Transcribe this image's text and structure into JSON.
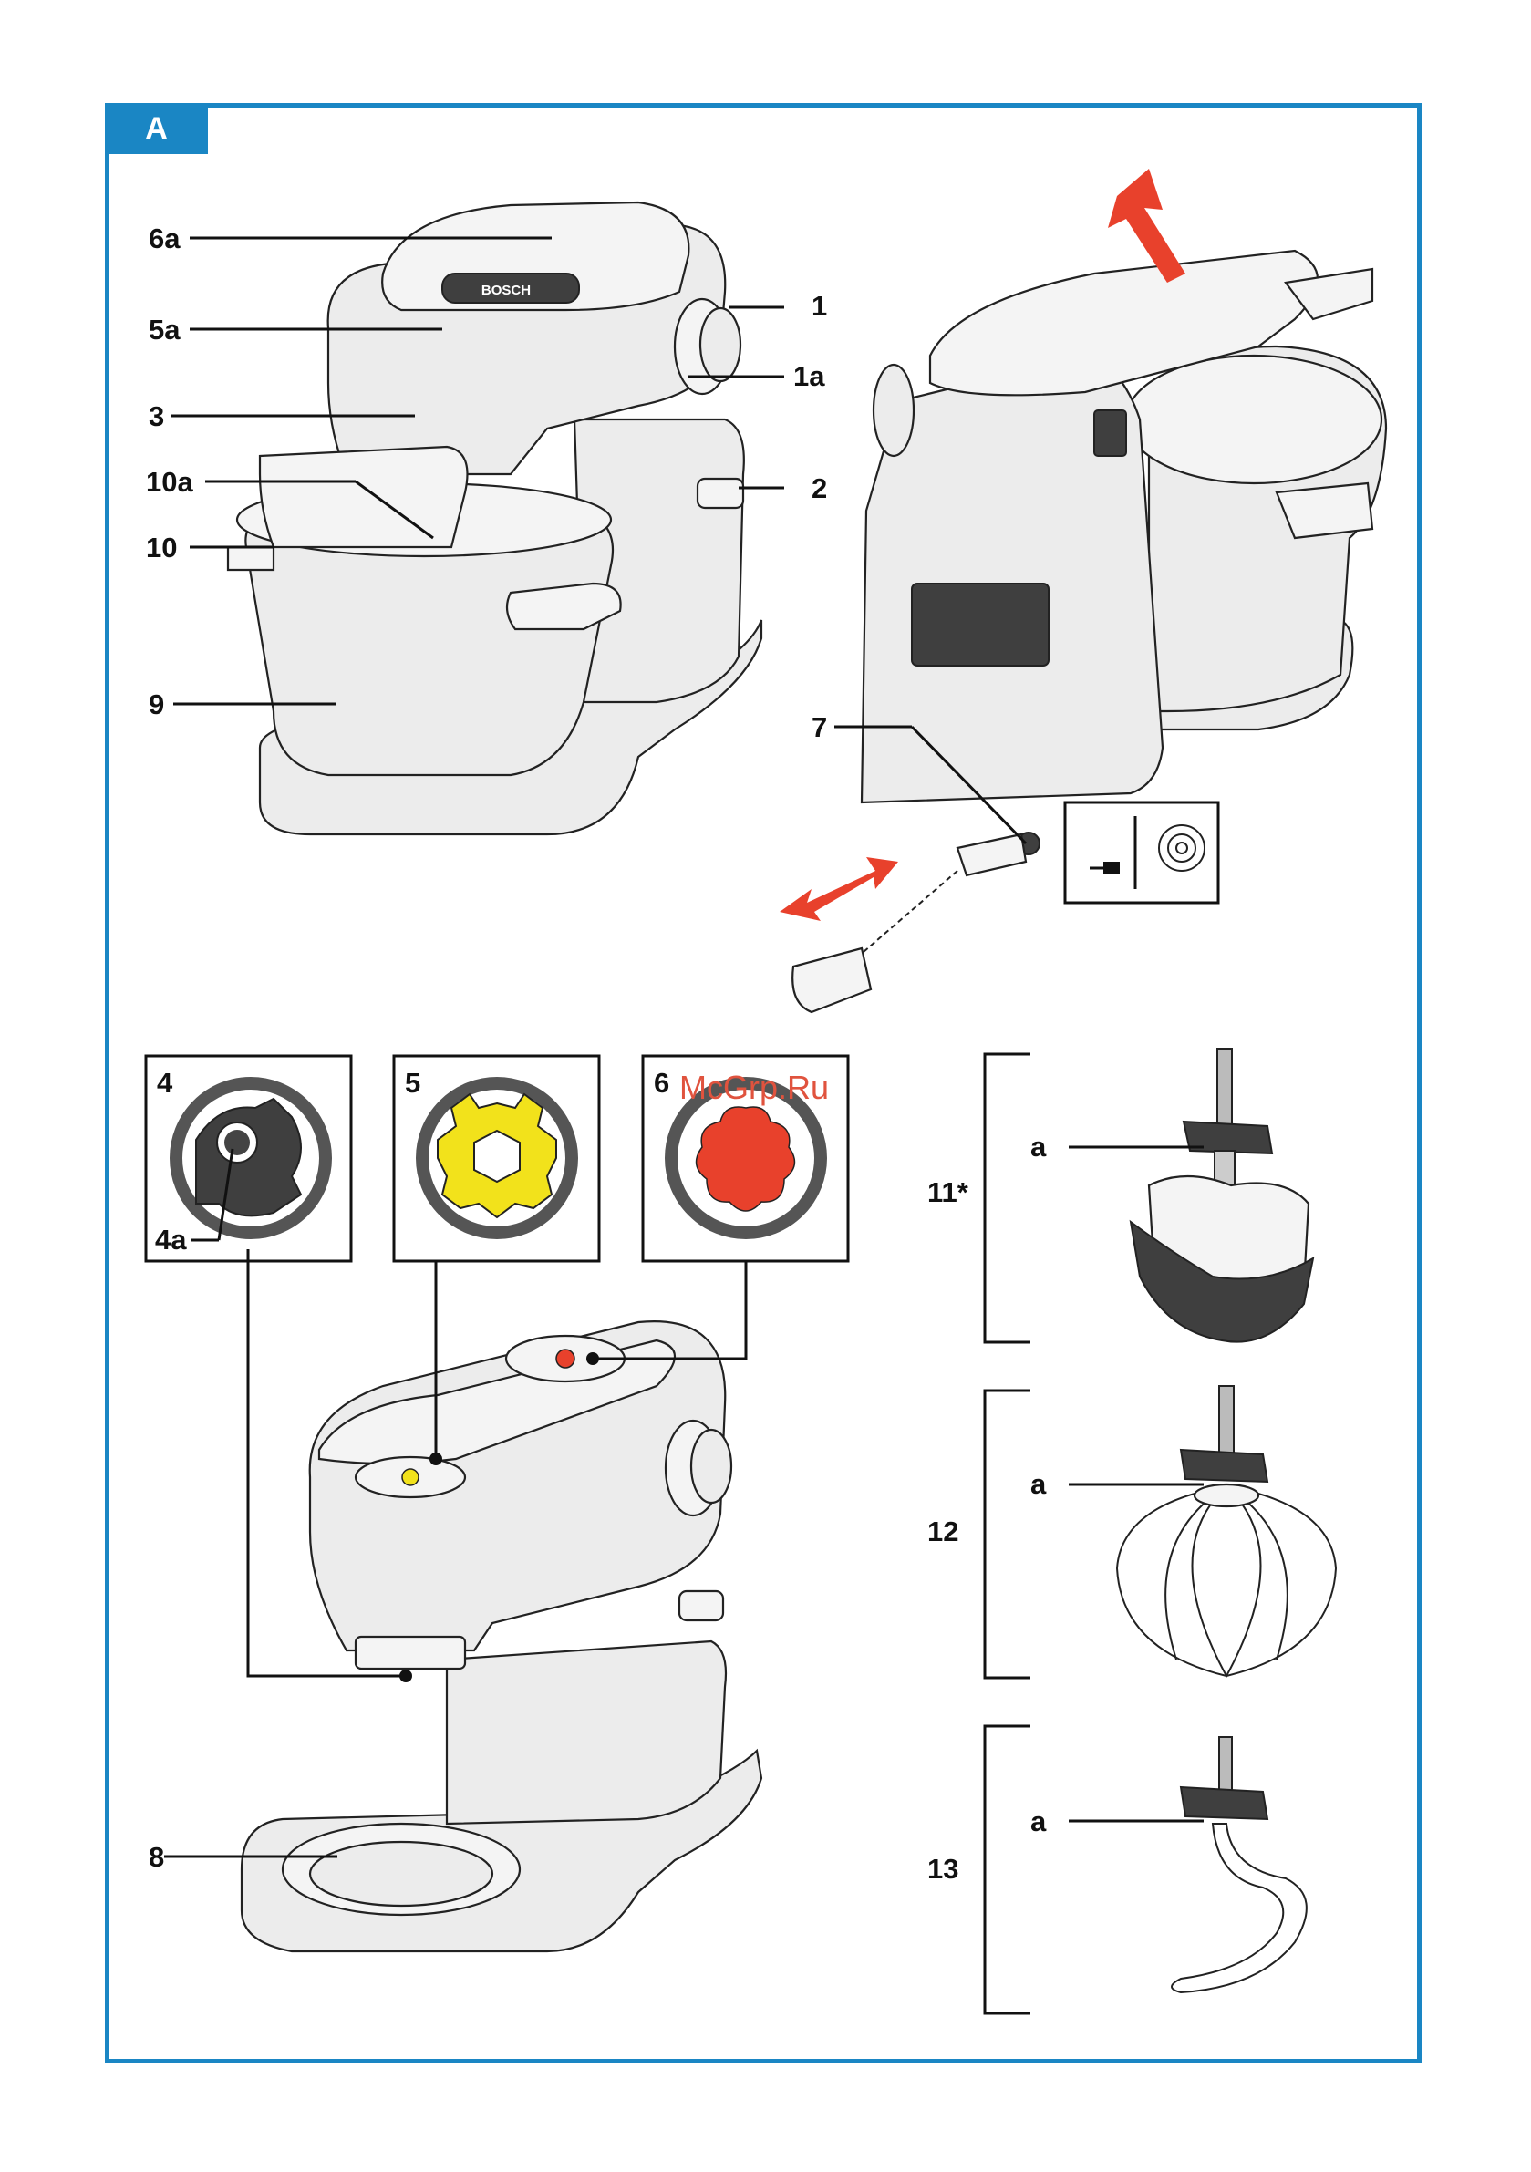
{
  "section": {
    "tab_label": "A"
  },
  "overview_labels": {
    "top_cover": "6a",
    "arm_cover": "5a",
    "drive_arm": "3",
    "filler_lid": "10a",
    "splash_guard": "10",
    "bowl": "9",
    "rotary_switch": "1",
    "switch_ring": "1a",
    "release_button": "2",
    "cable_storage": "7"
  },
  "drive_labels": {
    "main_drive": "4",
    "main_drive_shaft": "4a",
    "drive_5": "5",
    "drive_6": "6",
    "bowl_mount": "8"
  },
  "tool_labels": {
    "kneading_hook_group": "11*",
    "whisk_group": "12",
    "dough_hook_group": "13",
    "tool_a1": "a",
    "tool_a2": "a",
    "tool_a3": "a"
  },
  "brand": {
    "logo_text": "BOSCH",
    "watermark": "McGrp.Ru"
  },
  "colors": {
    "frame": "#1a86c4",
    "arrow": "#e8412c",
    "drive5": "#f2e21b",
    "drive6": "#e8412c"
  }
}
